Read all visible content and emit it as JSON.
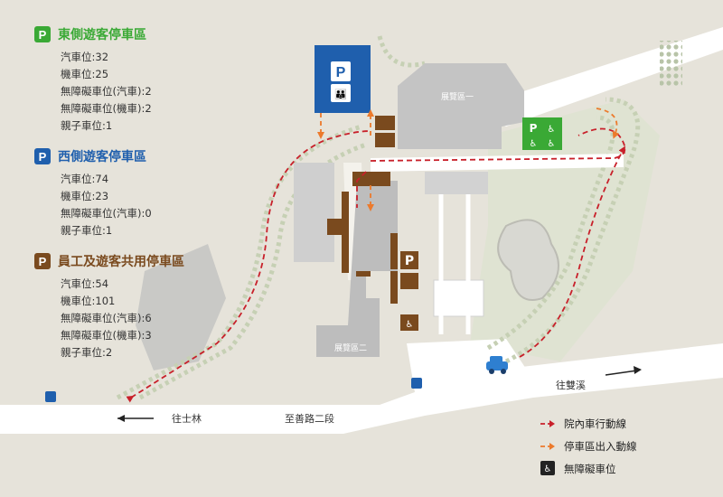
{
  "colors": {
    "east": "#3aa935",
    "west": "#1f5fad",
    "shared": "#7a4a1e",
    "internal_route": "#c8202a",
    "entry_route": "#ec7a2c",
    "road": "#ffffff",
    "ground": "#e6e3da",
    "building": "#c8c8c8"
  },
  "lots": [
    {
      "id": "east",
      "badge": "P",
      "title": "東側遊客停車區",
      "stats": [
        "汽車位:32",
        "機車位:25",
        "無障礙車位(汽車):2",
        "無障礙車位(機車):2",
        "親子車位:1"
      ]
    },
    {
      "id": "west",
      "badge": "P",
      "title": "西側遊客停車區",
      "stats": [
        "汽車位:74",
        "機車位:23",
        "無障礙車位(汽車):0",
        "親子車位:1"
      ]
    },
    {
      "id": "shared",
      "badge": "P",
      "title": "員工及遊客共用停車區",
      "stats": [
        "汽車位:54",
        "機車位:101",
        "無障礙車位(汽車):6",
        "無障礙車位(機車):3",
        "親子車位:2"
      ]
    }
  ],
  "map": {
    "building_1": "展覽區一",
    "building_2": "展覽區二",
    "road_main": "至善路二段",
    "dir_west": "往士林",
    "dir_east": "往雙溪",
    "p_sign": "P"
  },
  "legend": {
    "internal": "院內車行動線",
    "entry": "停車區出入動線",
    "accessible": "無障礙車位"
  }
}
